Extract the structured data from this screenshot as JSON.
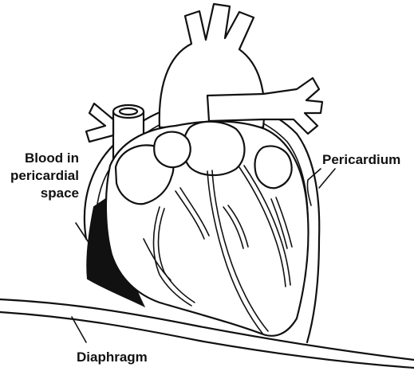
{
  "labels": {
    "blood_line1": "Blood in",
    "blood_line2": "pericardial",
    "blood_line3": "space",
    "pericardium": "Pericardium",
    "diaphragm": "Diaphragm"
  },
  "colors": {
    "ink": "#111111",
    "background": "#ffffff",
    "blood": "#111111"
  }
}
